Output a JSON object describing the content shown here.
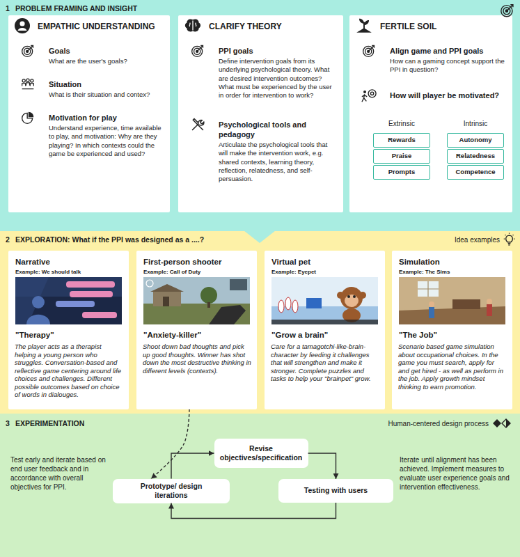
{
  "diagram": {
    "nodes": [
      {
        "text": [
          "1",
          "PROBLEM FRAMING AND INSIGHT"
        ]
      },
      {
        "text": [
          "EMPATHIC UNDERSTANDING",
          "Goals",
          "What are the user's goals?",
          "Situation",
          "What is their situation and contex?",
          "Motivation for play",
          "Understand experience, time available to play, and motivation: Why are they playing? In which contexts could the game be experienced and used?"
        ],
        "in": 0
      },
      {
        "text": [
          "CLARIFY THEORY",
          "PPI goals",
          "Define intervention goals from its underlying psychological theory. What are desired intervention outcomes? What must be experienced by the user in order for intervention to work?",
          "Psychological tools and pedagogy",
          "Articulate the psychological tools that will make the intervention work, e.g. shared contexts, learning theory, reflection, relatedness, and self-persuasion."
        ],
        "in": 0
      },
      {
        "text": [
          "FERTILE SOIL",
          "Align game and PPI goals",
          "How can a gaming concept support the PPI in question?",
          "How will player be motivated?",
          "Extrinsic",
          "Intrinsic"
        ],
        "in": 0
      },
      {
        "text": [
          "Rewards"
        ],
        "in": 3
      },
      {
        "text": [
          "Praise"
        ],
        "in": 3
      },
      {
        "text": [
          "Prompts"
        ],
        "in": 3
      },
      {
        "text": [
          "Autonomy"
        ],
        "in": 3
      },
      {
        "text": [
          "Relatedness"
        ],
        "in": 3
      },
      {
        "text": [
          "Competence"
        ],
        "in": 3
      },
      {
        "text": [
          "2",
          "EXPLORATION: What if the PPI was designed as a ....?",
          "Idea examples"
        ]
      },
      {
        "text": [
          "Narrative",
          "Example: We should talk",
          "\"Therapy\"",
          "The player acts as a therapist helping a young person who struggles. Conversation-based and reflective game centering around life choices and challenges. Different possible outcomes based on choice of words in dialouges."
        ],
        "in": 10
      },
      {
        "text": [
          "First-person shooter",
          "Example: Call of Duty",
          "\"Anxiety-killer\"",
          "Shoot down bad thoughts and pick up good thoughts. Winner has shot down the most destructive thinking in different levels (contexts)."
        ],
        "in": 10
      },
      {
        "text": [
          "Virtual pet",
          "Example: Eyepet",
          "\"Grow a brain\"",
          "Care for a tamagotchi-like-brain-character by feeding it challenges that will strengthen and make it stronger. Complete puzzles and tasks to help your \"brainpet\" grow."
        ],
        "in": 10
      },
      {
        "text": [
          "Simulation",
          "Example: The Sims",
          "\"The Job\"",
          "Scenario based game simulation about occupational choices. In the game you must search, apply for and get hired - as well as perform in the job. Apply growth mindset thinking to earn promotion."
        ],
        "in": 10
      },
      {
        "text": [
          "3",
          "EXPERIMENTATION",
          "Human-centered design process",
          "Test early and iterate based on end user feedback and in accordance with overall objectives for PPI.",
          "Iterate until alignment has been achieved. Implement measures to evaluate user experience goals and intervention effectiveness."
        ]
      },
      {
        "text": [
          "Revise objectives/specification"
        ],
        "in": 15
      },
      {
        "text": [
          "Prototype/ design iterations"
        ],
        "in": 15
      },
      {
        "text": [
          "Testing with users"
        ],
        "in": 15
      }
    ],
    "edges": [
      {
        "from": 12,
        "to": 17,
        "arrow": "to"
      },
      {
        "from": 17,
        "to": 16,
        "arrow": "to"
      },
      {
        "from": 16,
        "to": 18,
        "arrow": "to"
      },
      {
        "from": 18,
        "to": 17,
        "arrow": "to"
      }
    ]
  }
}
